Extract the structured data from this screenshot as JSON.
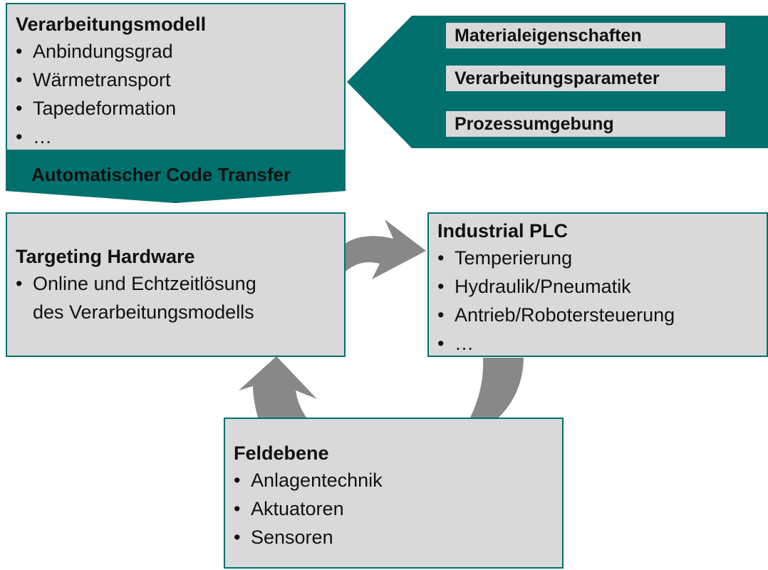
{
  "verarbeitungsmodell": {
    "title": "Verarbeitungsmodell",
    "items": [
      "Anbindungsgrad",
      "Wärmetransport",
      "Tapedeformation",
      "…"
    ]
  },
  "code_transfer": {
    "label": "Automatischer Code Transfer"
  },
  "parameters": {
    "items": [
      "Materialeigenschaften",
      "Verarbeitungsparameter",
      "Prozessumgebung"
    ]
  },
  "targeting_hardware": {
    "title": "Targeting Hardware",
    "item_line1": "Online und Echtzeitlösung",
    "item_line2": "des Verarbeitungsmodells"
  },
  "industrial_plc": {
    "title": "Industrial PLC",
    "items": [
      "Temperierung",
      "Hydraulik/Pneumatik",
      "Antrieb/Robotersteuerung",
      "…"
    ]
  },
  "feldebene": {
    "title": "Feldebene",
    "items": [
      "Anlagentechnik",
      "Aktuatoren",
      "Sensoren"
    ]
  },
  "colors": {
    "teal": "#00706e",
    "box_fill": "#d9d9d9",
    "arrow_gray": "#888888"
  }
}
